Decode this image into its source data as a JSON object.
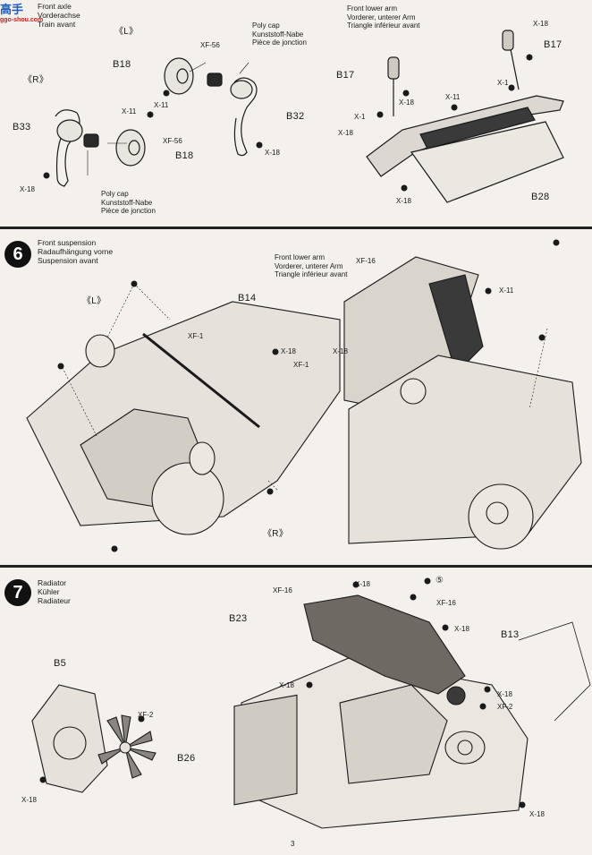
{
  "watermark": {
    "site": "ggo-shou.com",
    "glyphs": "高手"
  },
  "step5": {
    "title_en": "Front axle",
    "title_de": "Vorderachse",
    "title_fr": "Train avant",
    "side_left": "《L》",
    "side_right": "《R》",
    "labels": {
      "b18_top": "B18",
      "b18_bottom": "B18",
      "b33": "B33",
      "b32": "B32",
      "b17_left": "B17",
      "b17_right": "B17",
      "b28": "B28",
      "xf56_top": "XF-56",
      "xf56_bottom": "XF-56",
      "x11_top": "X-11",
      "x11_left": "X-11",
      "x11_arm": "X-11",
      "x18_a": "X-18",
      "x18_b": "X-18",
      "x18_c": "X-18",
      "x18_d": "X-18",
      "x18_e": "X-18",
      "x18_f": "X-18",
      "x1_a": "X-1",
      "x1_b": "X-1"
    },
    "polycap_top": [
      "Poly cap",
      "Kunststoff-Nabe",
      "Pièce de jonction"
    ],
    "polycap_bottom": [
      "Poly cap",
      "Kunststoff-Nabe",
      "Pièce de jonction"
    ],
    "lower_arm": [
      "Front lower arm",
      "Vorderer, unterer Arm",
      "Triangle inférieur avant"
    ]
  },
  "step6": {
    "number": "6",
    "title_en": "Front suspension",
    "title_de": "Radaufhängung vorne",
    "title_fr": "Suspension avant",
    "side_left": "《L》",
    "side_right": "《R》",
    "lower_arm": [
      "Front lower arm",
      "Vorderer, unterer Arm",
      "Triangle inférieur avant"
    ],
    "labels": {
      "b14": "B14",
      "xf1_a": "XF-1",
      "xf1_b": "XF-1",
      "x18_a": "X-18",
      "x18_b": "X-18",
      "xf16": "XF-16",
      "x11": "X-11"
    }
  },
  "step7": {
    "number": "7",
    "title_en": "Radiator",
    "title_de": "Kühler",
    "title_fr": "Radiateur",
    "ref_step": "⑤",
    "labels": {
      "b5": "B5",
      "b26": "B26",
      "b23": "B23",
      "b13": "B13",
      "xf2_a": "XF-2",
      "xf2_b": "XF-2",
      "xf16_a": "XF-16",
      "xf16_b": "XF-16",
      "x18_a": "X-18",
      "x18_b": "X-18",
      "x18_c": "X-18",
      "x18_d": "X-18",
      "x18_e": "X-18",
      "x18_f": "X-18"
    }
  },
  "page_number": "3"
}
